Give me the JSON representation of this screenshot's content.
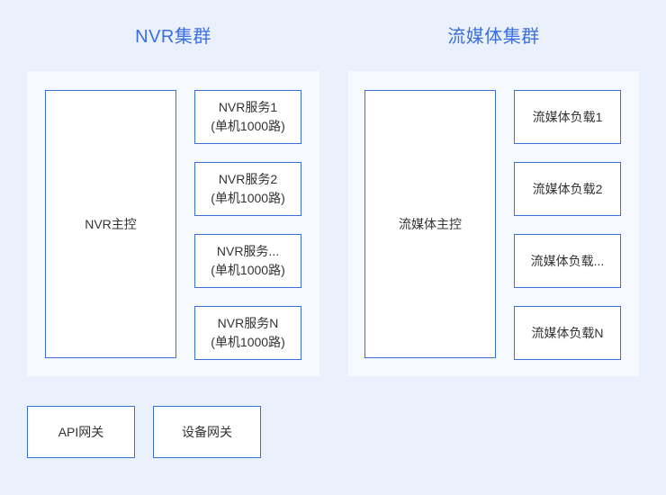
{
  "clusters": [
    {
      "title": "NVR集群",
      "master": {
        "label": "NVR主控"
      },
      "nodes": [
        {
          "line1": "NVR服务1",
          "line2": "(单机1000路)"
        },
        {
          "line1": "NVR服务2",
          "line2": "(单机1000路)"
        },
        {
          "line1": "NVR服务...",
          "line2": "(单机1000路)"
        },
        {
          "line1": "NVR服务N",
          "line2": "(单机1000路)"
        }
      ]
    },
    {
      "title": "流媒体集群",
      "master": {
        "label": "流媒体主控"
      },
      "nodes": [
        {
          "line1": "流媒体负载1",
          "line2": ""
        },
        {
          "line1": "流媒体负载2",
          "line2": ""
        },
        {
          "line1": "流媒体负载...",
          "line2": ""
        },
        {
          "line1": "流媒体负载N",
          "line2": ""
        }
      ]
    }
  ],
  "gateways": [
    {
      "label": "API网关"
    },
    {
      "label": "设备网关"
    }
  ],
  "colors": {
    "page_background": "#eaf1fd",
    "panel_background": "#f6f9ff",
    "box_background": "#ffffff",
    "border": "#3b6fe0",
    "title_text": "#3b6fe0",
    "body_text": "#333333"
  }
}
